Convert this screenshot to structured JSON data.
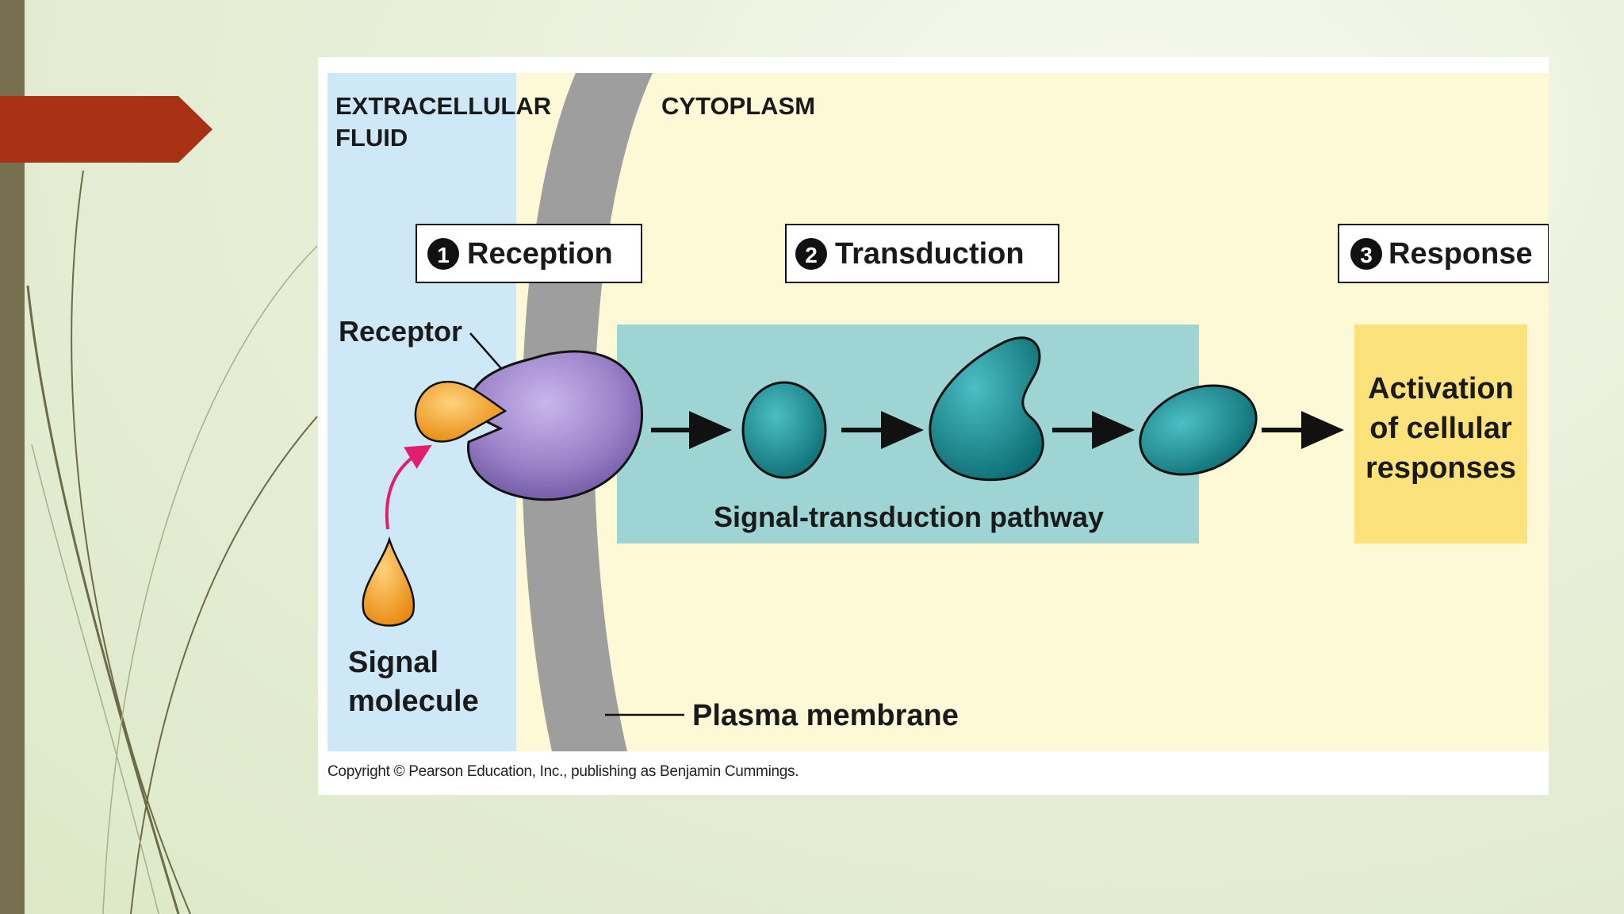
{
  "regions": {
    "extracellular_line1": "EXTRACELLULAR",
    "extracellular_line2": "FLUID",
    "cytoplasm": "CYTOPLASM"
  },
  "stages": [
    {
      "number": "1",
      "label": "Reception"
    },
    {
      "number": "2",
      "label": "Transduction"
    },
    {
      "number": "3",
      "label": "Response"
    }
  ],
  "labels": {
    "receptor": "Receptor",
    "signal_line1": "Signal",
    "signal_line2": "molecule",
    "pathway": "Signal-transduction pathway",
    "plasma_membrane": "Plasma membrane",
    "response_line1": "Activation",
    "response_line2": "of cellular",
    "response_line3": "responses"
  },
  "copyright": "Copyright © Pearson Education, Inc., publishing as Benjamin Cummings.",
  "colors": {
    "extracellular": "#cfe8f8",
    "cytoplasm": "#fdf8d6",
    "membrane": "#9e9e9e",
    "pathway_box": "#9fd4d4",
    "response_box": "#fbe27a",
    "receptor": "#9b82c8",
    "signal": "#f0a024",
    "relay": "#1e8f96",
    "accent_tab": "#a93216",
    "signal_arrow": "#e0206e"
  }
}
